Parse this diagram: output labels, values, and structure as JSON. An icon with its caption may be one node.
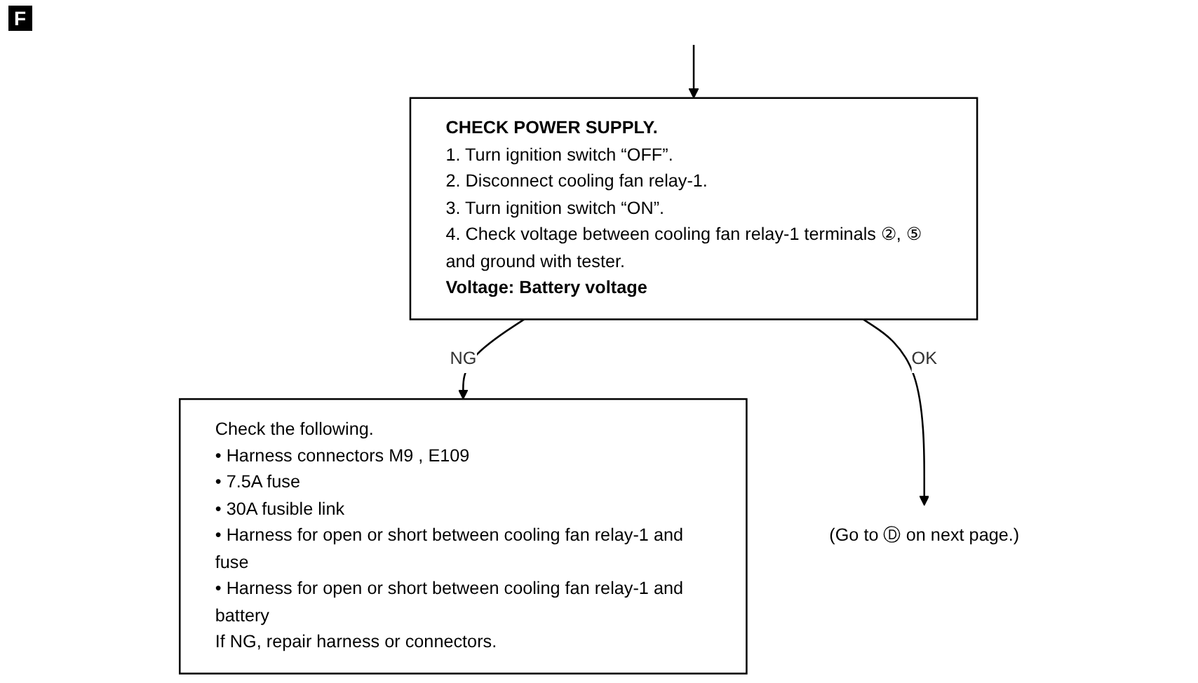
{
  "diagram": {
    "nodes": [
      {
        "text": [
          "CHECK POWER SUPPLY.",
          "1. Turn ignition switch “OFF”.",
          "2. Disconnect cooling fan relay-1.",
          "3. Turn ignition switch “ON”.",
          "4. Check voltage between cooling fan relay-1 terminals ②, ⑤ and ground with tester.",
          "Voltage: Battery voltage"
        ]
      },
      {
        "text": [
          "Check the following.",
          "• Harness connectors M9 , E109",
          "• 7.5A fuse",
          "• 30A fusible link",
          "• Harness for open or short between cooling fan relay-1 and fuse",
          "• Harness for open or short between cooling fan relay-1 and battery",
          "If NG, repair harness or connectors."
        ]
      },
      {
        "text": [
          "(Go to Ⓓ on next page.)"
        ]
      }
    ],
    "edges": [
      {
        "from": null,
        "to": 0,
        "arrow": "to"
      },
      {
        "from": 0,
        "to": 1,
        "arrow": "to",
        "label": "NG"
      },
      {
        "from": 0,
        "to": 2,
        "arrow": "to",
        "label": "OK"
      }
    ],
    "labels": [
      "F"
    ]
  }
}
